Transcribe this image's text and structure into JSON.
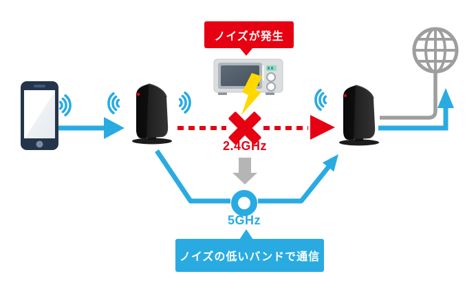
{
  "diagram": {
    "noise_callout": "ノイズが発生",
    "low_noise_callout": "ノイズの低いバンドで通信",
    "blocked_band": "2.4GHz",
    "active_band": "5GHz"
  },
  "devices": {
    "client": "smartphone",
    "router_left": "wifi-router",
    "router_right": "wifi-router",
    "interference_source": "microwave-oven",
    "internet": "globe"
  },
  "colors": {
    "blue": "#29abe2",
    "red": "#e60012",
    "gray": "#9e9e9e",
    "yellow": "#ffd800",
    "navy": "#24354b"
  }
}
